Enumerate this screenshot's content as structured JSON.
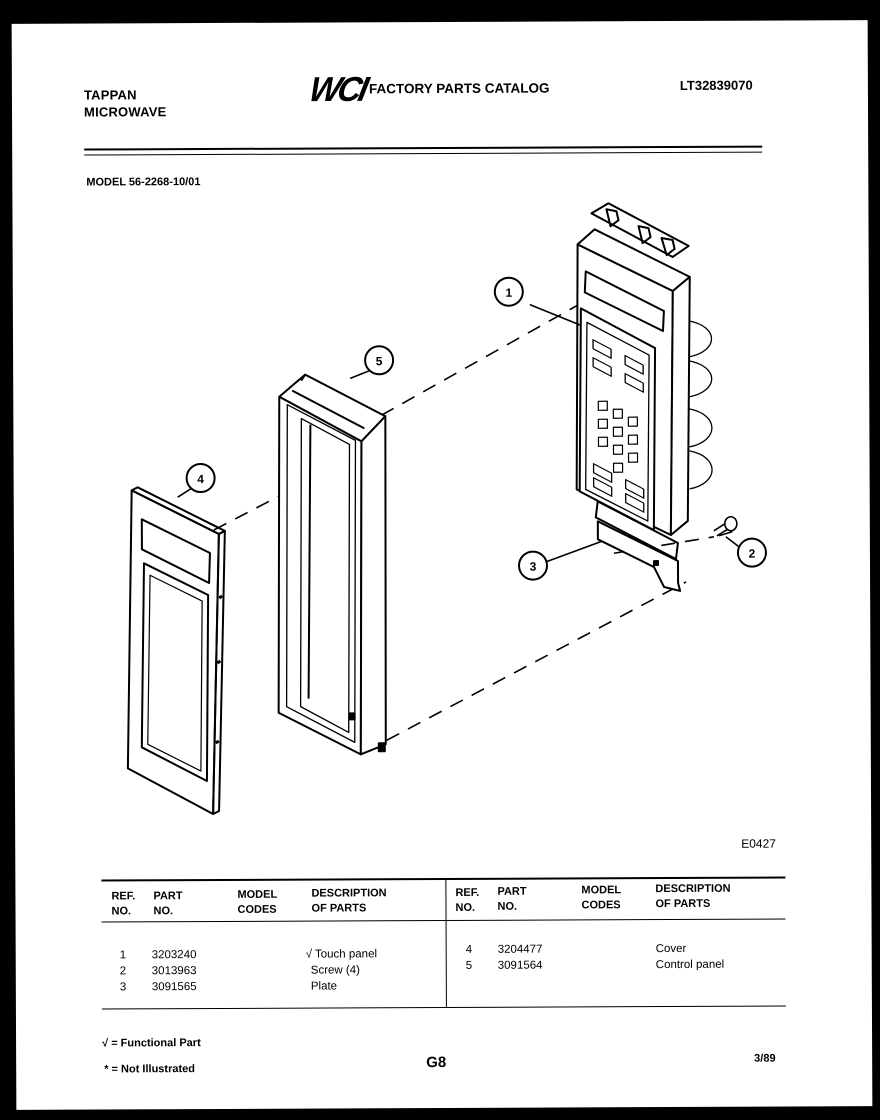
{
  "header": {
    "brand_line1": "TAPPAN",
    "brand_line2": "MICROWAVE",
    "logo_text": "WCI",
    "catalog_title": "FACTORY PARTS CATALOG",
    "doc_code": "LT32839070",
    "model_line": "MODEL 56-2268-10/01"
  },
  "figure": {
    "code": "E0427",
    "callouts": [
      "1",
      "2",
      "3",
      "4",
      "5"
    ]
  },
  "parts_table": {
    "headers": {
      "ref": [
        "REF.",
        "NO."
      ],
      "part": [
        "PART",
        "NO."
      ],
      "model": [
        "MODEL",
        "CODES"
      ],
      "desc": [
        "DESCRIPTION",
        "OF PARTS"
      ]
    },
    "left_rows": [
      {
        "ref": "1",
        "part": "3203240",
        "model": "",
        "desc": "√ Touch panel"
      },
      {
        "ref": "2",
        "part": "3013963",
        "model": "",
        "desc": "Screw (4)"
      },
      {
        "ref": "3",
        "part": "3091565",
        "model": "",
        "desc": "Plate"
      }
    ],
    "right_rows": [
      {
        "ref": "4",
        "part": "3204477",
        "model": "",
        "desc": "Cover"
      },
      {
        "ref": "5",
        "part": "3091564",
        "model": "",
        "desc": "Control panel"
      }
    ]
  },
  "footer": {
    "legend_functional": "√ = Functional Part",
    "legend_not_illustrated": "* = Not Illustrated",
    "page": "G8",
    "date": "3/89"
  }
}
